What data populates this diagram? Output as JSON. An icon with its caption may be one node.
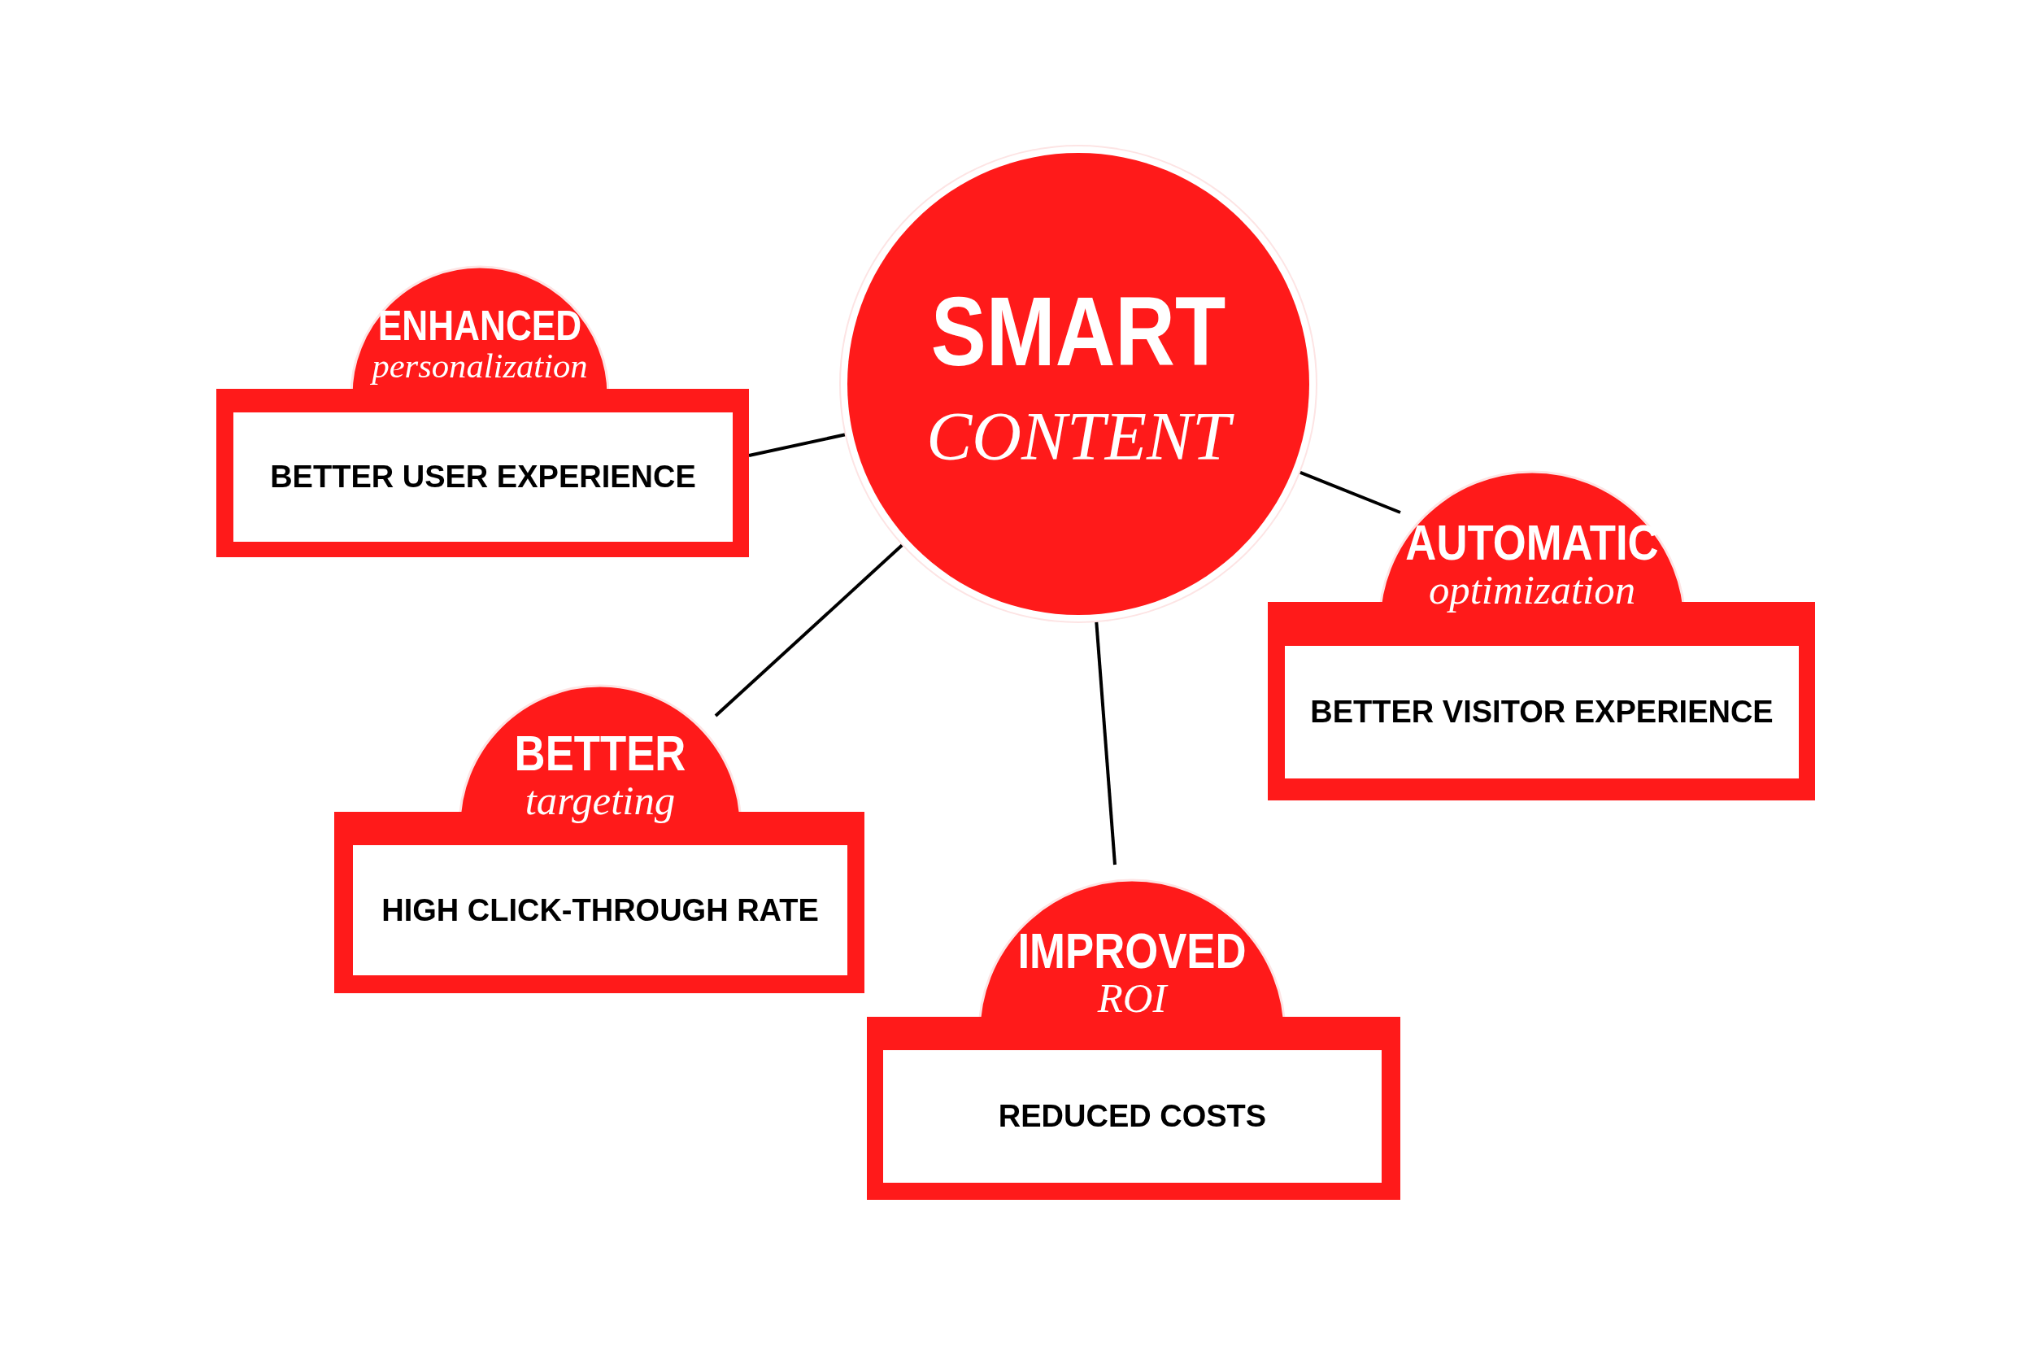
{
  "diagram": {
    "nodes": [
      {
        "text": [
          "SMART",
          "CONTENT"
        ]
      },
      {
        "text": [
          "ENHANCED",
          "personalization"
        ]
      },
      {
        "text": [
          "BETTER USER EXPERIENCE"
        ],
        "in": 1
      },
      {
        "text": [
          "AUTOMATIC",
          "optimization"
        ]
      },
      {
        "text": [
          "BETTER VISITOR EXPERIENCE"
        ],
        "in": 3
      },
      {
        "text": [
          "BETTER",
          "targeting"
        ]
      },
      {
        "text": [
          "HIGH CLICK-THROUGH RATE"
        ],
        "in": 5
      },
      {
        "text": [
          "IMPROVED",
          "ROI"
        ]
      },
      {
        "text": [
          "REDUCED COSTS"
        ],
        "in": 7
      }
    ],
    "edges": [
      {
        "from": 0,
        "to": 1,
        "arrow": "none"
      },
      {
        "from": 0,
        "to": 3,
        "arrow": "none"
      },
      {
        "from": 0,
        "to": 5,
        "arrow": "none"
      },
      {
        "from": 0,
        "to": 7,
        "arrow": "none"
      }
    ]
  }
}
